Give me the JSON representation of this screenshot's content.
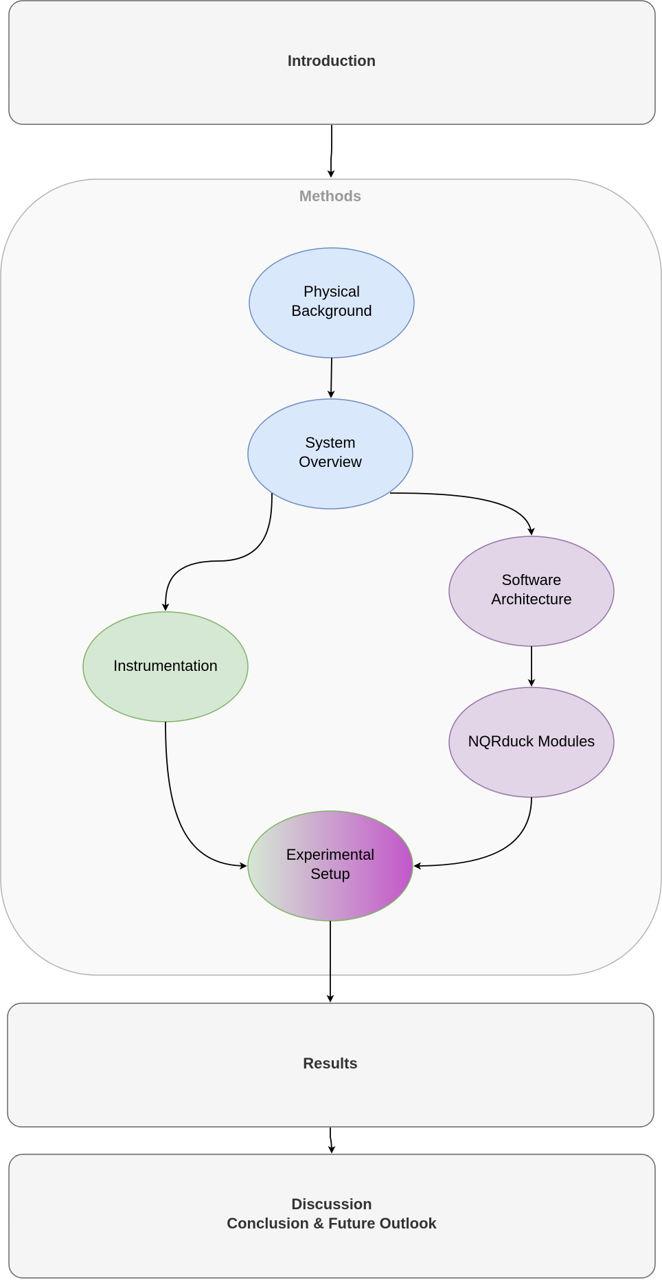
{
  "sections": {
    "introduction": "Introduction",
    "methods": "Methods",
    "results": "Results",
    "discussion_line1": "Discussion",
    "discussion_line2": "Conclusion & Future Outlook"
  },
  "nodes": {
    "physical_background": {
      "line1": "Physical",
      "line2": "Background"
    },
    "system_overview": {
      "line1": "System",
      "line2": "Overview"
    },
    "software_architecture": {
      "line1": "Software",
      "line2": "Architecture"
    },
    "instrumentation": {
      "line1": "Instrumentation"
    },
    "nqrduck_modules": {
      "line1": "NQRduck Modules"
    },
    "experimental_setup": {
      "line1": "Experimental",
      "line2": "Setup"
    }
  },
  "colors": {
    "section_fill": "#f5f5f5",
    "section_stroke": "#666666",
    "group_fill": "#f9f9f9",
    "group_stroke": "#b3b3b3",
    "blue_fill": "#dae8fc",
    "blue_stroke": "#6c8ebf",
    "green_fill": "#d5e8d4",
    "green_stroke": "#82b366",
    "purple_fill": "#e1d5e7",
    "purple_stroke": "#9673a6",
    "gradient_end": "#c257c9"
  }
}
